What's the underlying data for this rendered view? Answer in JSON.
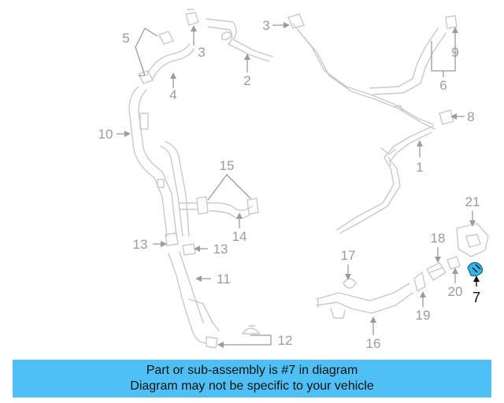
{
  "diagram": {
    "callouts": [
      "1",
      "2",
      "3",
      "3",
      "4",
      "5",
      "6",
      "7",
      "8",
      "9",
      "10",
      "11",
      "12",
      "13",
      "13",
      "14",
      "15",
      "16",
      "17",
      "18",
      "19",
      "20",
      "21"
    ],
    "highlighted_part": "7",
    "highlight_color": "#35b6e8",
    "part_color": "#c9c9c9",
    "label_color": "#9b9b9b"
  },
  "banner": {
    "line1": "Part or sub-assembly is #7 in diagram",
    "line2": "Diagram may not be specific to your vehicle",
    "background": "#4fc0f5"
  }
}
